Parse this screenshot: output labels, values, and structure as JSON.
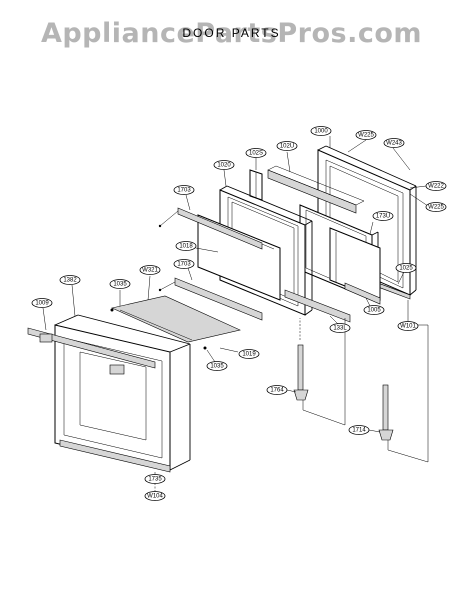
{
  "watermark": "AppliancePartsPros.com",
  "title": "DOOR PARTS",
  "part_labels": {
    "p1000": "1000",
    "w225a": "W225",
    "w243": "W243",
    "p102s": "102S",
    "p102u": "102U",
    "p1020": "1020",
    "p1703a": "1703",
    "w222": "W222",
    "w225b": "W225",
    "p173u": "173U",
    "p1018": "1018",
    "p1703b": "1703",
    "w321": "W321",
    "p1035a": "1035",
    "p1025": "1025",
    "p1382": "1382",
    "p1005": "1005",
    "p1009": "1009",
    "p133l": "133L",
    "w101": "W101",
    "p1019": "1019",
    "p1035b": "1035",
    "p1764": "1764",
    "p1714": "1714",
    "p1735": "1735",
    "w104": "W104"
  }
}
